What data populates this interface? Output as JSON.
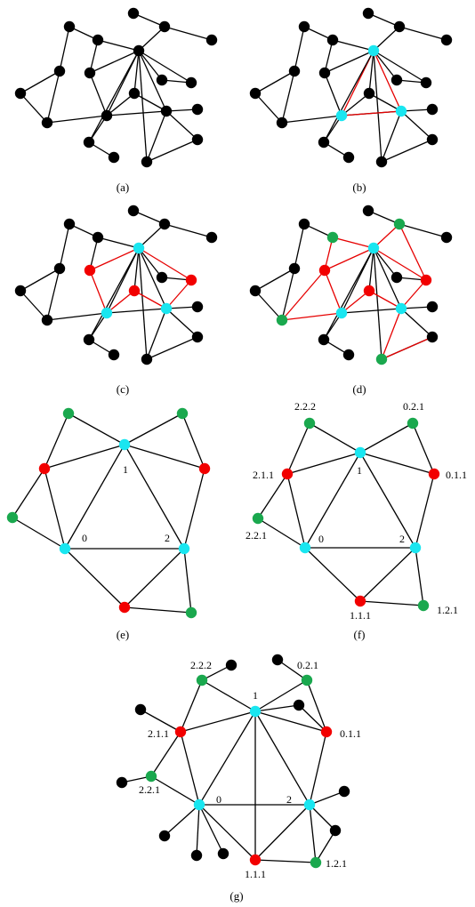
{
  "colors": {
    "default_node": "#000000",
    "cyan_node": "#19e6f0",
    "red_node": "#f20000",
    "green_node": "#1aa84e",
    "edge": "#000000",
    "highlight_edge": "#e60000"
  },
  "panels": [
    {
      "id": "a",
      "caption": "(a)"
    },
    {
      "id": "b",
      "caption": "(b)"
    },
    {
      "id": "c",
      "caption": "(c)"
    },
    {
      "id": "d",
      "caption": "(d)"
    },
    {
      "id": "e",
      "caption": "(e)",
      "labels": [
        "1",
        "0",
        "2"
      ]
    },
    {
      "id": "f",
      "caption": "(f)",
      "labels": [
        "1",
        "0",
        "2",
        "2.2.2",
        "0.2.1",
        "2.1.1",
        "0.1.1",
        "2.2.1",
        "1.1.1",
        "1.2.1"
      ]
    },
    {
      "id": "g",
      "caption": "(g)",
      "labels": [
        "1",
        "0",
        "2",
        "2.2.2",
        "0.2.1",
        "2.1.1",
        "0.1.1",
        "2.2.1",
        "1.1.1",
        "1.2.1"
      ]
    }
  ]
}
